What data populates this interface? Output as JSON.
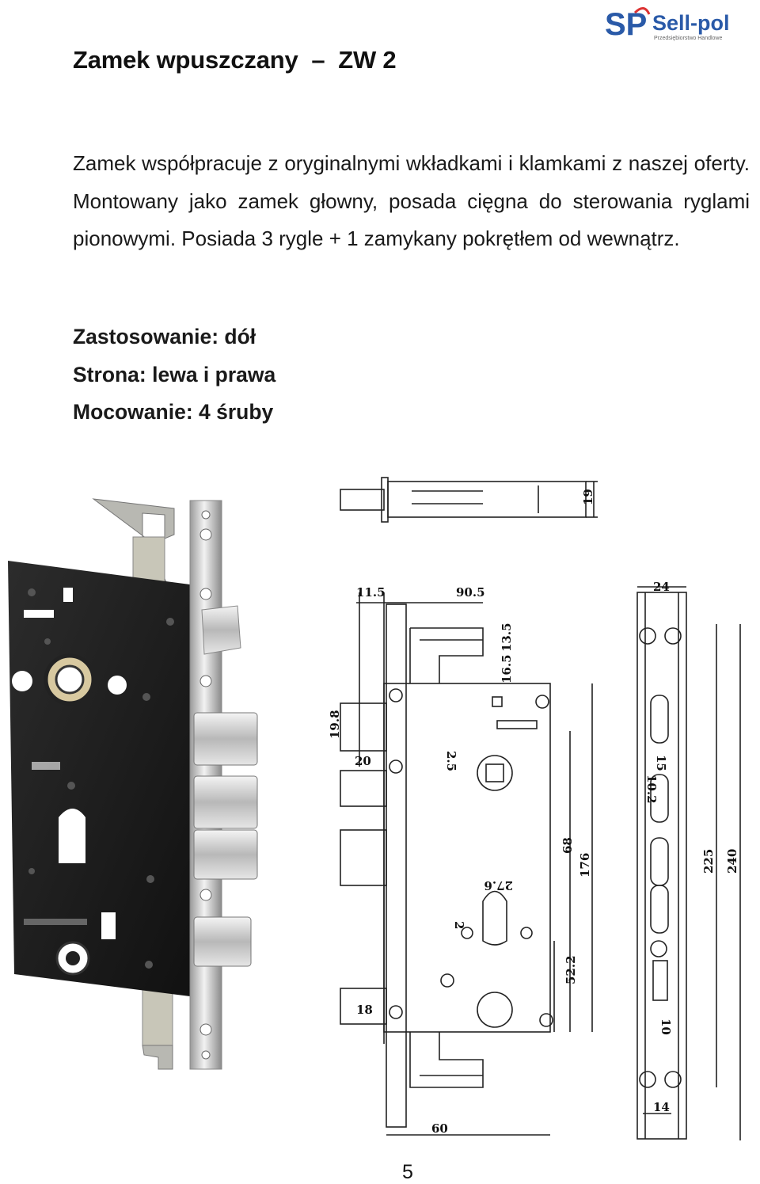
{
  "logo": {
    "brand": "Sell-pol",
    "tagline": "Przedsiębiorstwo Handlowe"
  },
  "title": "Zamek wpuszczany  –  ZW 2",
  "description": "Zamek współpracuje z oryginalnymi wkładkami i klamkami z naszej oferty. Montowany jako zamek głowny, posada cięgna do sterowania ryglami pionowymi. Posiada 3 rygle + 1 zamykany pokrętłem od wewnątrz.",
  "specs": [
    "Zastosowanie: dół",
    "Strona: lewa i prawa",
    "Mocowanie: 4 śruby"
  ],
  "drawing": {
    "dims": [
      "19",
      "11.5",
      "90.5",
      "24",
      "13.5",
      "16.5",
      "19.8",
      "20",
      "2.5",
      "15",
      "10.2",
      "27.6",
      "2",
      "68",
      "176",
      "225",
      "240",
      "52.2",
      "18",
      "10",
      "14",
      "60"
    ]
  },
  "page_number": "5"
}
